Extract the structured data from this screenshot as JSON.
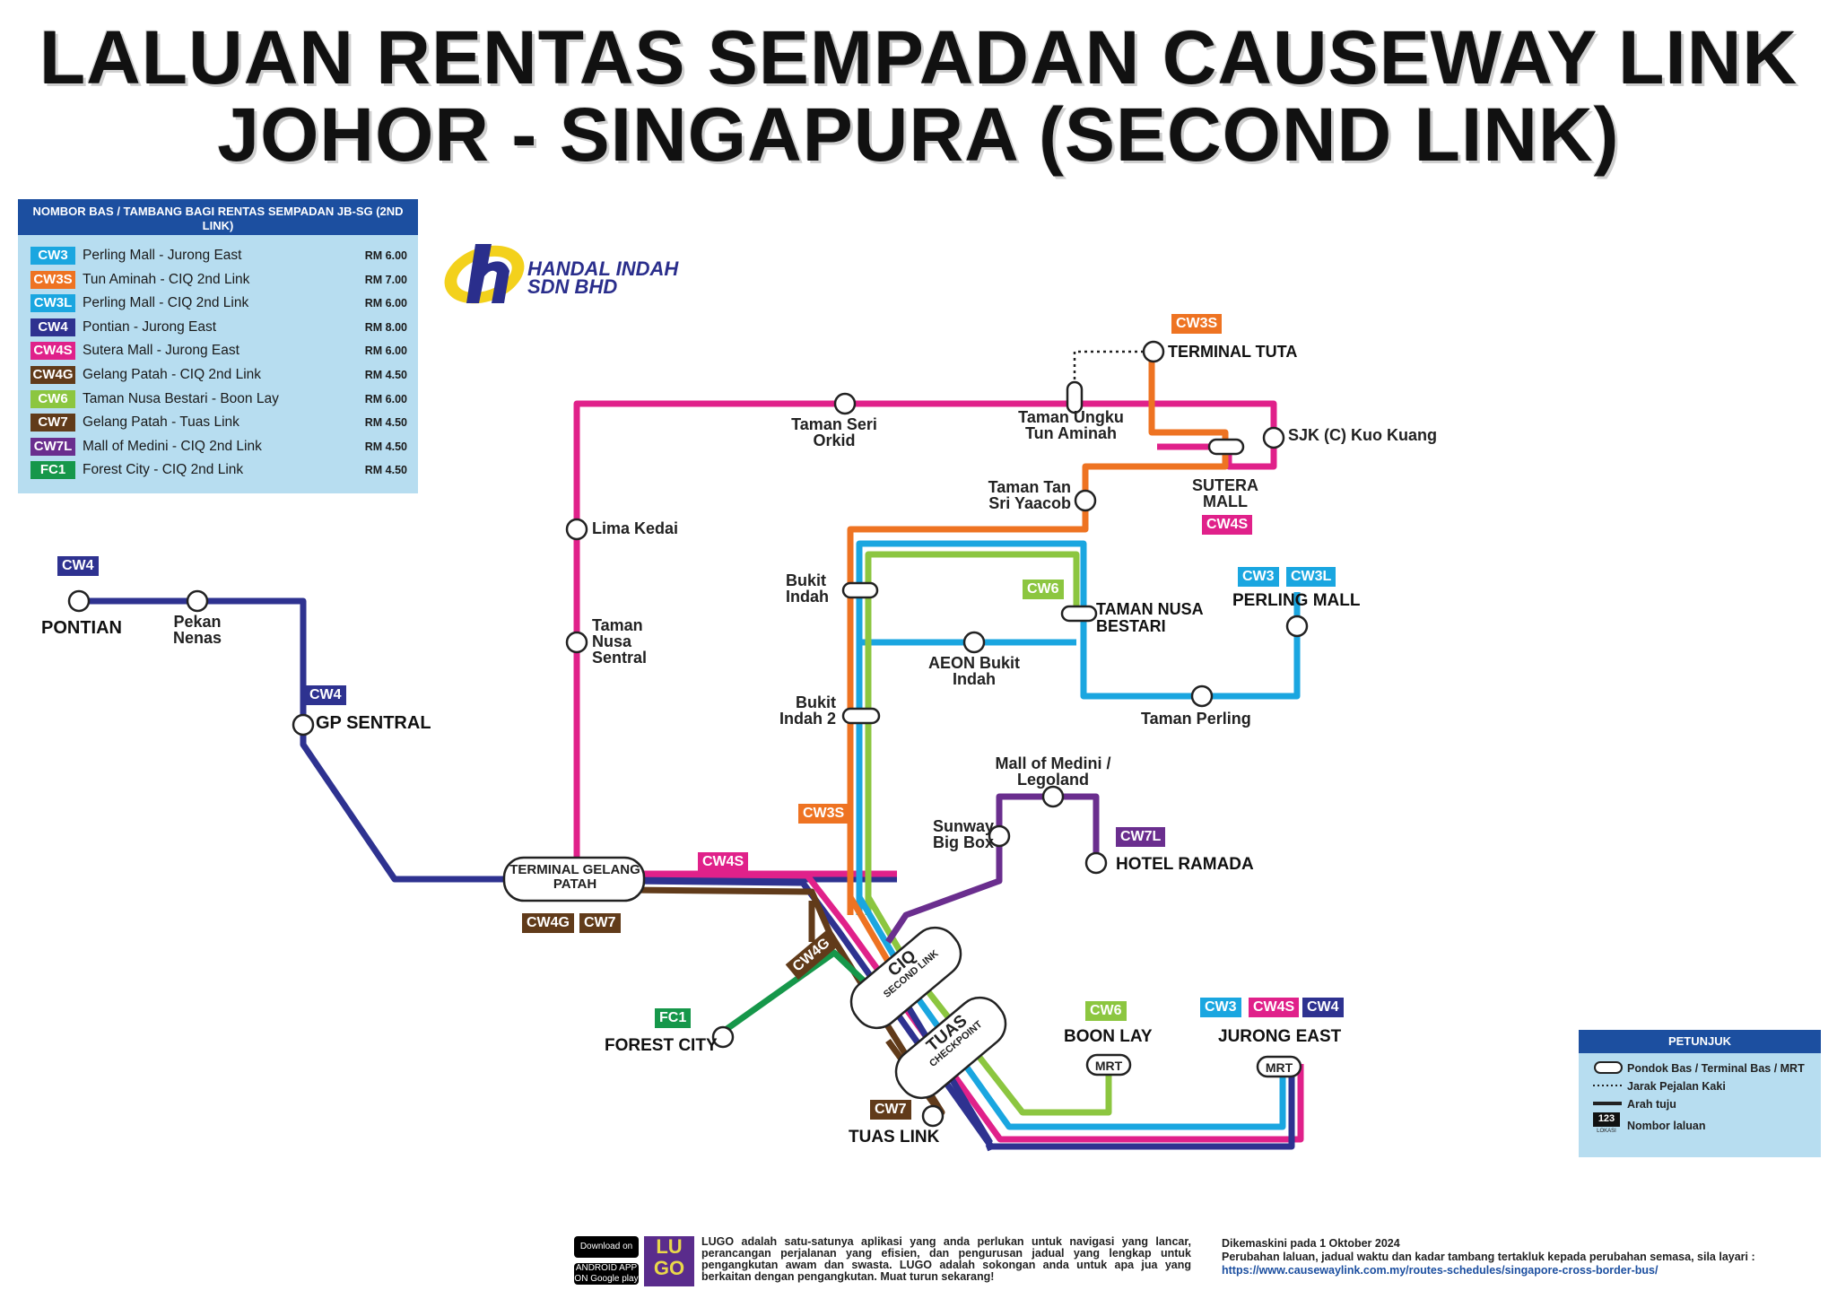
{
  "title": {
    "line1": "LALUAN RENTAS SEMPADAN CAUSEWAY LINK",
    "line2": "JOHOR - SINGAPURA (SECOND LINK)"
  },
  "colors": {
    "CW3": "#1aa6e0",
    "CW3S": "#ee7322",
    "CW3L": "#1aa6e0",
    "CW4": "#2e3290",
    "CW4S": "#e0218a",
    "CW4G": "#613b1a",
    "CW6": "#8cc640",
    "CW7": "#613b1a",
    "CW7L": "#6a2e8e",
    "FC1": "#16974a",
    "header_blue": "#1c4fa0",
    "panel_blue": "#b7ddf0"
  },
  "fare_table": {
    "header": "NOMBOR BAS / TAMBANG BAGI RENTAS SEMPADAN JB-SG (2ND LINK)",
    "rows": [
      {
        "code": "CW3",
        "route": "Perling Mall - Jurong East",
        "fare": "RM 6.00"
      },
      {
        "code": "CW3S",
        "route": "Tun Aminah - CIQ 2nd Link",
        "fare": "RM 7.00"
      },
      {
        "code": "CW3L",
        "route": "Perling Mall - CIQ 2nd Link",
        "fare": "RM 6.00"
      },
      {
        "code": "CW4",
        "route": "Pontian - Jurong East",
        "fare": "RM 8.00"
      },
      {
        "code": "CW4S",
        "route": "Sutera Mall - Jurong East",
        "fare": "RM 6.00"
      },
      {
        "code": "CW4G",
        "route": "Gelang Patah - CIQ 2nd Link",
        "fare": "RM 4.50"
      },
      {
        "code": "CW6",
        "route": "Taman Nusa Bestari - Boon Lay",
        "fare": "RM 6.00"
      },
      {
        "code": "CW7",
        "route": "Gelang Patah - Tuas Link",
        "fare": "RM 4.50"
      },
      {
        "code": "CW7L",
        "route": "Mall of Medini - CIQ 2nd Link",
        "fare": "RM 4.50"
      },
      {
        "code": "FC1",
        "route": "Forest City - CIQ 2nd Link",
        "fare": "RM 4.50"
      }
    ]
  },
  "operator": {
    "name_line1": "HANDAL INDAH",
    "name_line2": "SDN BHD",
    "logo_icon": "handal-h-logo"
  },
  "stops": {
    "pontian": "PONTIAN",
    "pekan_nenas": "Pekan Nenas",
    "gp_sentral": "GP SENTRAL",
    "terminal_gelang_patah": "TERMINAL GELANG PATAH",
    "lima_kedai": "Lima Kedai",
    "taman_nusa_sentral": "Taman Nusa Sentral",
    "taman_seri_orkid": "Taman Seri Orkid",
    "taman_ungku_tun_aminah": "Taman Ungku Tun Aminah",
    "terminal_tuta": "TERMINAL TUTA",
    "sjk_kuo_kuang": "SJK (C) Kuo Kuang",
    "sutera_mall": "SUTERA MALL",
    "taman_tan_sri_yaacob": "Taman Tan Sri Yaacob",
    "bukit_indah": "Bukit Indah",
    "bukit_indah_2": "Bukit Indah 2",
    "taman_nusa_bestari": "TAMAN NUSA BESTARI",
    "aeon_bukit_indah": "AEON Bukit Indah",
    "perling_mall": "PERLING MALL",
    "taman_perling": "Taman Perling",
    "mall_of_medini": "Mall of Medini / Legoland",
    "sunway_big_box": "Sunway Big Box",
    "hotel_ramada": "HOTEL RAMADA",
    "ciq": "CIQ",
    "ciq_sub": "SECOND LINK",
    "tuas": "TUAS",
    "tuas_sub": "CHECKPOINT",
    "forest_city": "FOREST CITY",
    "tuas_link": "TUAS LINK",
    "boon_lay": "BOON LAY",
    "jurong_east": "JURONG EAST",
    "mrt": "MRT"
  },
  "legend": {
    "title": "PETUNJUK",
    "items": [
      "Pondok Bas / Terminal Bas / MRT",
      "Jarak Pejalan Kaki",
      "Arah tuju",
      "Nombor laluan"
    ],
    "sample_number": "123",
    "sample_sub": "LOKASI"
  },
  "footer": {
    "appstore": "Download on the App Store",
    "googleplay": "ANDROID APP ON Google play",
    "lugo_logo": "LU GO",
    "lugo_text": "LUGO adalah satu-satunya aplikasi yang anda perlukan untuk navigasi yang lancar, perancangan perjalanan yang efisien, dan pengurusan jadual yang lengkap untuk pengangkutan awam dan swasta. LUGO adalah sokongan anda untuk apa jua yang berkaitan dengan pengangkutan. Muat turun sekarang!",
    "updated": "Dikemaskini pada 1 Oktober 2024",
    "notice": "Perubahan laluan, jadual waktu dan kadar tambang tertakluk kepada perubahan semasa, sila layari :",
    "url": "https://www.causewaylink.com.my/routes-schedules/singapore-cross-border-bus/"
  }
}
